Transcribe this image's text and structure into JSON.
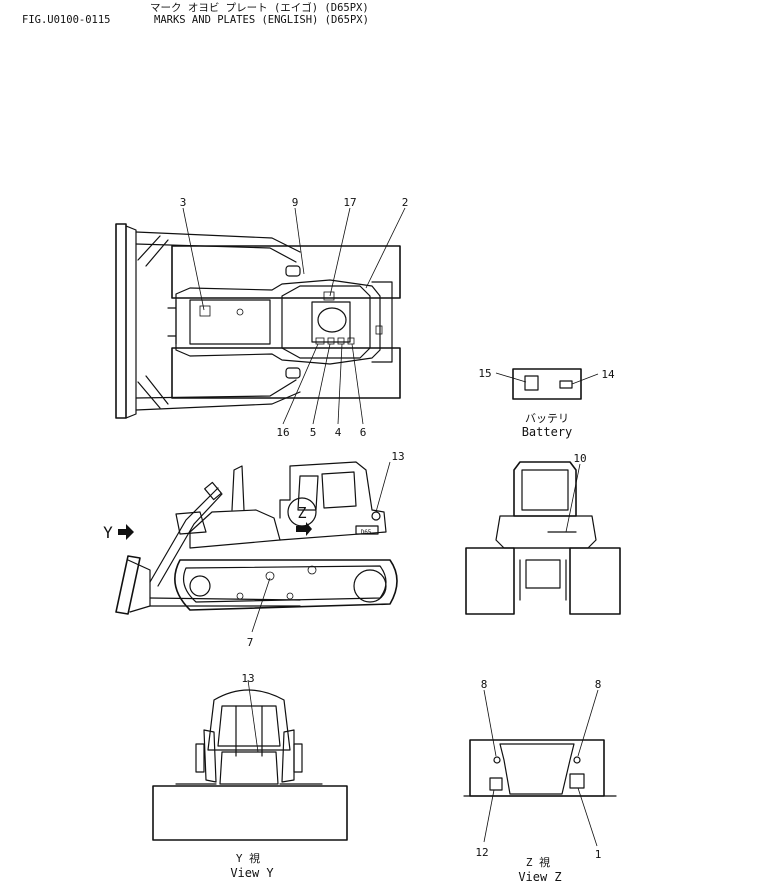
{
  "header": {
    "japanese_title": "マーク オヨビ プレート (エイゴ) (D65PX)",
    "figure_number": "FIG.U0100-0115",
    "title": "MARKS AND PLATES (ENGLISH) (D65PX)"
  },
  "top_view": {
    "callouts": {
      "c3": "3",
      "c9": "9",
      "c17": "17",
      "c2": "2",
      "c16": "16",
      "c5": "5",
      "c4": "4",
      "c6": "6"
    }
  },
  "battery": {
    "callouts": {
      "c15": "15",
      "c14": "14"
    },
    "label_jp": "バッテリ",
    "label_en": "Battery"
  },
  "side_view": {
    "callouts": {
      "c13": "13",
      "c7": "7"
    },
    "view_y_marker": "Y",
    "view_z_marker": "Z",
    "model_badge": "D65"
  },
  "rear_view": {
    "callouts": {
      "c10": "10"
    }
  },
  "view_y": {
    "callouts": {
      "c13": "13"
    },
    "caption_jp": "Y 視",
    "caption_en": "View Y"
  },
  "view_z": {
    "callouts": {
      "c8_left": "8",
      "c8_right": "8",
      "c12": "12",
      "c1": "1"
    },
    "caption_jp": "Z 視",
    "caption_en": "View Z"
  }
}
